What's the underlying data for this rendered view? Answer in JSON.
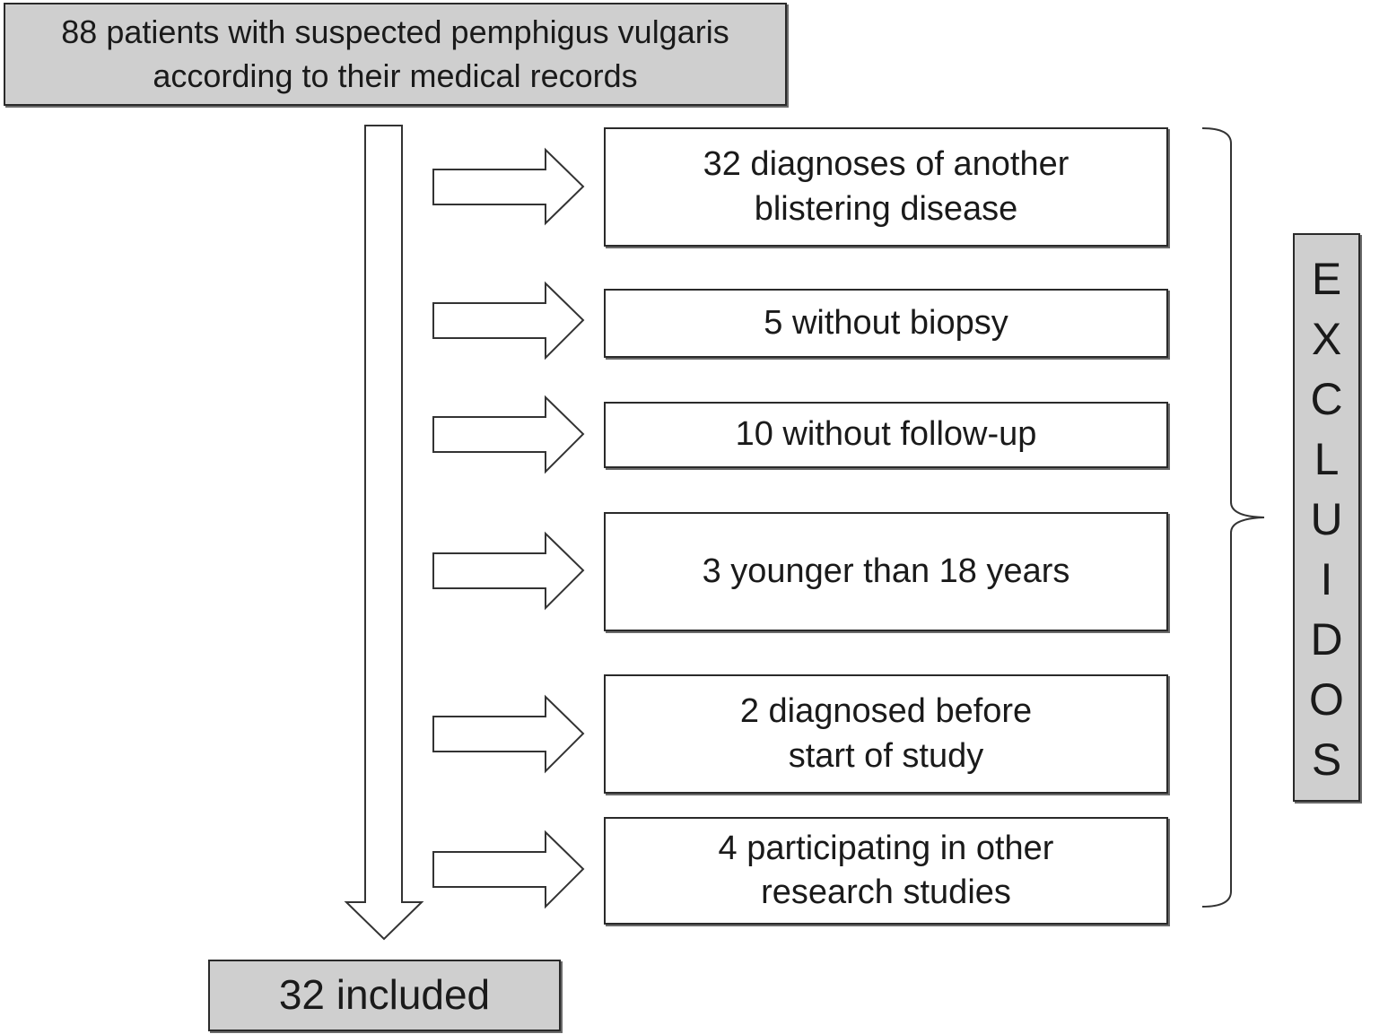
{
  "top_box": {
    "text": "88 patients with suspected pemphigus vulgaris\naccording to their medical records"
  },
  "exclusions": [
    {
      "text": "32 diagnoses of another\nblistering disease"
    },
    {
      "text": "5 without biopsy"
    },
    {
      "text": "10 without follow-up"
    },
    {
      "text": "3 younger than 18 years"
    },
    {
      "text": "2 diagnosed before\nstart of study"
    },
    {
      "text": "4 participating in other\nresearch studies"
    }
  ],
  "excluded_label": [
    "E",
    "X",
    "C",
    "L",
    "U",
    "I",
    "D",
    "O",
    "S"
  ],
  "included_box": {
    "text": "32 included"
  },
  "colors": {
    "box_fill_grey": "#cfcfcf",
    "border": "#2a2a2a",
    "arrow_stroke": "#333333"
  }
}
